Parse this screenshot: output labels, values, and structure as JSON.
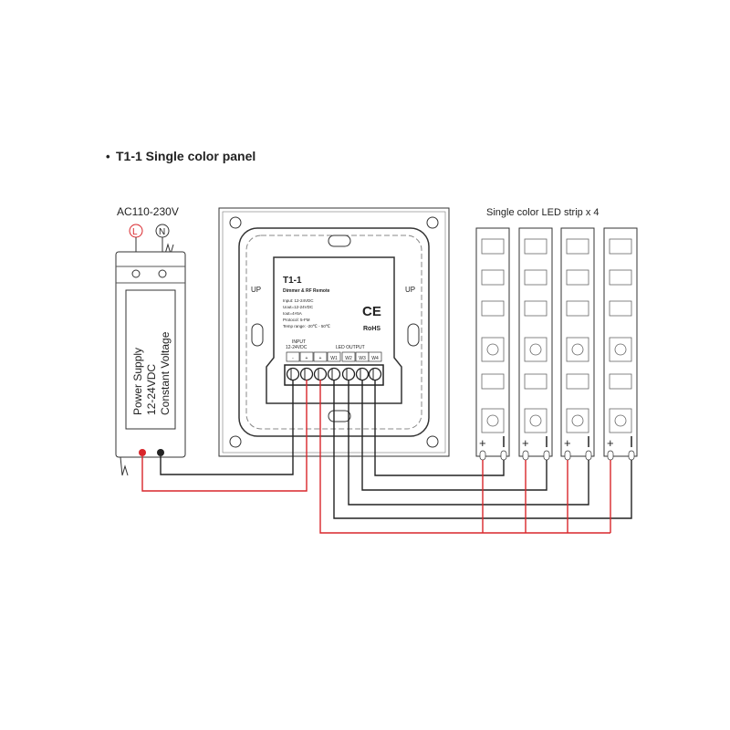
{
  "title": "T1-1  Single color panel",
  "bullet": "•",
  "power": {
    "ac_label": "AC110-230V",
    "live": "L",
    "neutral": "N",
    "lines": [
      "Power Supply",
      "12-24VDC",
      "Constant Voltage"
    ]
  },
  "panel": {
    "model": "T1-1",
    "subtitle": "Dimmer & RF Remote",
    "specs": [
      "Input: 12-24VDC",
      "Uout=12-24VDC",
      "Iout=4×5A",
      "Protocol: 5-FM",
      "Temp range: -20℃ - 50℃"
    ],
    "ce": "CE",
    "rohs": "RoHS",
    "input_label": "INPUT",
    "input_voltage": "12-24VDC",
    "output_label": "LED OUTPUT",
    "terminals": [
      "-",
      "+",
      "+",
      "W1",
      "W2",
      "W3",
      "W4"
    ],
    "up_label": "UP"
  },
  "strips": {
    "title": "Single color LED strip x 4",
    "plus": "+",
    "minus": "-"
  },
  "colors": {
    "positive_wire": "#d9262b",
    "negative_wire": "#222222"
  }
}
